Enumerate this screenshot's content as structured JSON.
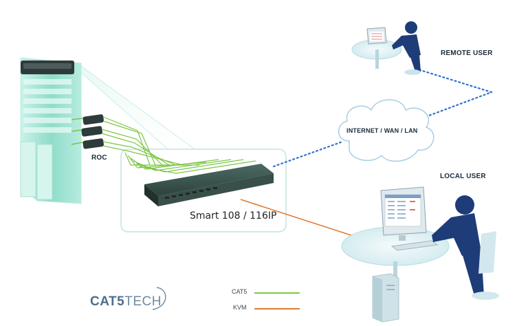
{
  "labels": {
    "remote_user": "REMOTE USER",
    "local_user": "LOCAL USER",
    "network": "INTERNET / WAN / LAN",
    "roc": "ROC",
    "device": "Smart 108 / 116IP"
  },
  "legend": [
    {
      "label": "CAT5",
      "color": "#7cc545"
    },
    {
      "label": "KVM",
      "color": "#e07a2e"
    }
  ],
  "logo": {
    "bold": "CAT5",
    "thin": "TECH"
  },
  "colors": {
    "server": "#9fe3d4",
    "network_link": "#2f6fd0",
    "cat5": "#7cc545",
    "kvm": "#e07a2e",
    "person": "#1d3c78"
  }
}
